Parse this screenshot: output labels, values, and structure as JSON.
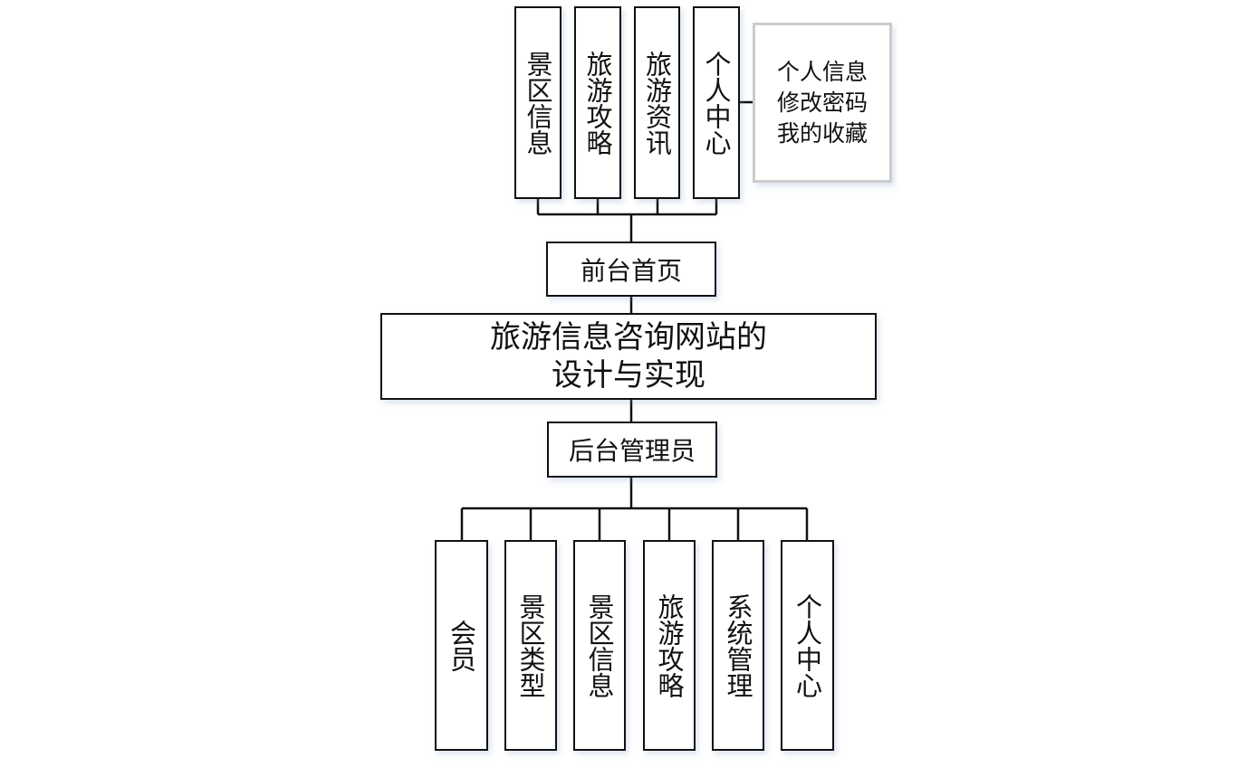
{
  "front_items": [
    "景区信息",
    "旅游攻略",
    "旅游资讯",
    "个人中心"
  ],
  "personal_center_sub": [
    "个人信息",
    "修改密码",
    "我的收藏"
  ],
  "front_home": "前台首页",
  "root": {
    "line1": "旅游信息咨询网站的",
    "line2": "设计与实现"
  },
  "back_admin": "后台管理员",
  "back_items": [
    "会员",
    "景区类型",
    "景区信息",
    "旅游攻略",
    "系统管理",
    "个人中心"
  ]
}
